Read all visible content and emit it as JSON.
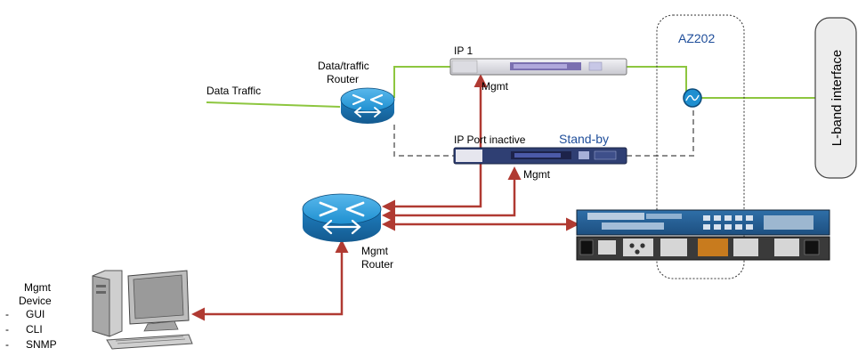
{
  "labels": {
    "data_traffic": "Data Traffic",
    "data_router_line1": "Data/traffic",
    "data_router_line2": "Router",
    "ip1": "IP 1",
    "mgmt_a": "Mgmt",
    "ip_port_inactive": "IP Port inactive",
    "standby": "Stand-by",
    "mgmt_b": "Mgmt",
    "az202": "AZ202",
    "lband": "L-band interface",
    "mgmt_router_line1": "Mgmt",
    "mgmt_router_line2": "Router",
    "mgmt_device_line1": "Mgmt",
    "mgmt_device_line2": "Device",
    "list_gui": "GUI",
    "list_cli": "CLI",
    "list_snmp": "SNMP",
    "list_dash": "-"
  },
  "colors": {
    "traffic_line": "#8dc63f",
    "mgmt_line": "#b03a32",
    "standby_line": "#8c8c8c",
    "router_fill": "#1e8fd0",
    "standby_text": "#1f4e9a"
  }
}
